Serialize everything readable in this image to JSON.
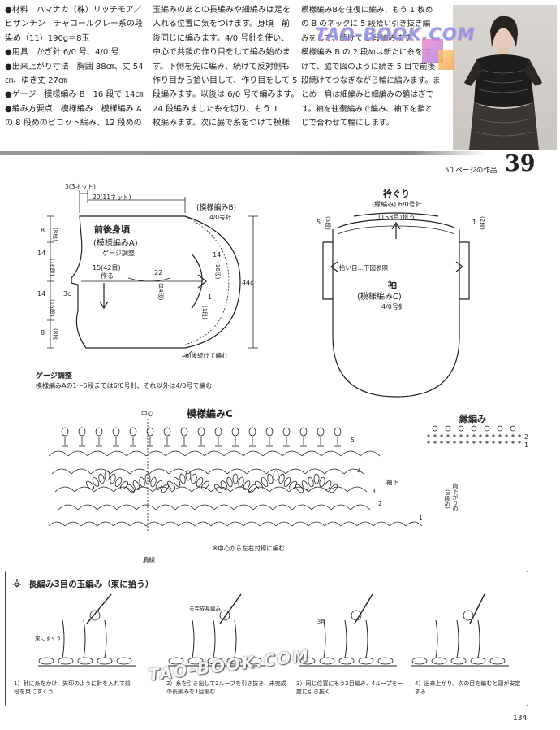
{
  "header": {
    "col1": [
      "●材料　ハマナカ（株）リッチモア／",
      "ビザンチン　チャコールグレー系の段",
      "染め（11）190g＝8玉",
      "●用具　かぎ針 6/0 号、4/0 号",
      "●出来上がり寸法　胸囲 88㎝、丈 54",
      "㎝、ゆき丈 27㎝",
      "●ゲージ　模様編み B　16 段で 14㎝",
      "●編み方要点　模様編み　模様編み A",
      "の 8 段めのピコット編み、12 段めの"
    ],
    "col2": [
      "玉編みのあとの長編みや細編みは足を",
      "入れる位置に気をつけます。身頃　前",
      "後同じに編みます。4/0 号針を使い、",
      "中心で共鎖の作り目をして編み始めま",
      "す。下側を先に編み、続けて反対側も",
      "作り目から拾い目して、作り目をして 5",
      "段編みます。以後は 6/0 号で編みます。",
      "24 段編みました糸を切り、もう 1",
      "枚編みます。次に脇で糸をつけて模様"
    ],
    "col3": [
      "模様編みBを往復に編み、もう 1 枚め",
      "の B のネックに 5 段拾い引き抜き編",
      "みをして、続けて 1 段編みます。",
      "模様編み B の 2 段めは新たに糸をつ",
      "けて、脇で図のように続き 5 目で前後",
      "段続けてつなぎながら輪に編みます。ま",
      "とめ　肩は細編みと細編みの鎖はぎで",
      "す。袖を往復編みで編み、袖下を鎖と",
      "じで合わせて輪にします。"
    ],
    "page_number": "39",
    "ref_text": "50 ページの作品"
  },
  "watermarks": {
    "top": "TAO-BOOK.COM",
    "bottom": "TAO-BOOK.COM"
  },
  "body_diagram": {
    "top_width_a": "3(3ネット)",
    "top_width_b": "20(11ネット)",
    "title": "前後身頃",
    "subtitle": "(模様編みA)",
    "gauge": "ゲージ調整",
    "pattern_b": "(模様編みB)",
    "needle_b": "4/0号針",
    "left_dims": [
      "8",
      "(8段)",
      "14",
      "(16段)",
      "14",
      "(16段)",
      "8",
      "(8段)"
    ],
    "left_c": "3c",
    "chain_start": "15(42目)",
    "chain_make": "作る",
    "center_dim": "22",
    "center_rows": "(24段)",
    "right_dim": "14",
    "right_rows": "(16段)",
    "one_row": "1",
    "one_row_label": "(1段)",
    "height": "44c",
    "bottom_note": "前後続けて編む"
  },
  "sleeve_diagram": {
    "collar_title": "衿ぐり",
    "collar_sub": "(縁編み) 6/0号針",
    "collar_count": "(153目)拾う",
    "left_dim": "5",
    "left_rows": "(5段)",
    "right_dim": "1",
    "right_rows": "(2段)",
    "pickup_note": "拾い目…下図参照",
    "title": "袖",
    "subtitle": "(模様編みC)",
    "needle": "4/0号針"
  },
  "gauge_adjust": {
    "title": "ゲージ調整",
    "text": "模様編みAの1〜5段までは6/0号針、それ以外は4/0号で編む"
  },
  "pattern_c": {
    "title": "模様編みC",
    "center_label": "中心",
    "row_labels": [
      "5",
      "4",
      "3",
      "2",
      "1"
    ],
    "sleeve_under": "袖下",
    "pickup_vertical": "(8段め)",
    "pickup_vertical2": "肩下がりの",
    "shoulder": "肩線",
    "symmetry_note": "※中心から左右対称に編む"
  },
  "edging": {
    "title": "縁編み",
    "rows": [
      "2",
      "1"
    ]
  },
  "instructions": {
    "title": "長編み3目の玉編み（束に拾う）",
    "step1_label": "束にすくう",
    "step2_label": "未完成長編み",
    "step3_label": "3目",
    "step1": "1）針に糸をかけ、矢印のように針を入れて前段を束にすくう",
    "step2": "2）糸を引き出して2ループを引き抜き、未完成の長編みを1目編む",
    "step3": "3）同じ位置にもう2目編み、4ループを一度に引き抜く",
    "step4": "4）出来上がり。次の目を編むと頭が安定する"
  },
  "page_footer_number": "134"
}
